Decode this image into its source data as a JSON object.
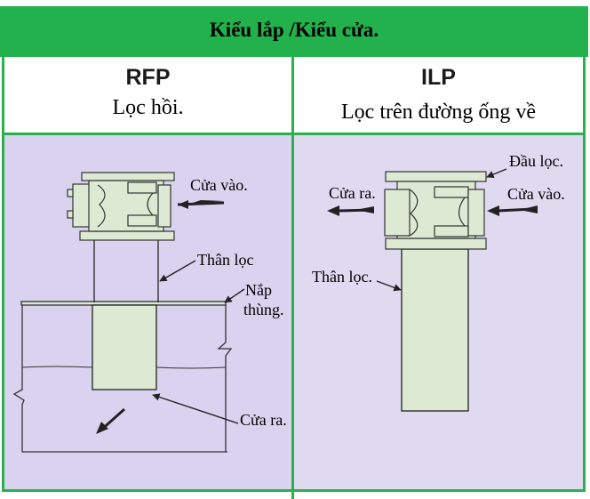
{
  "title": "Kiểu lắp /Kiểu cửa.",
  "columns": [
    {
      "code": "RFP",
      "description": "Lọc hồi.",
      "labels": {
        "inlet": "Cửa vào.",
        "body": "Thân lọc",
        "tank_cover_1": "Nắp",
        "tank_cover_2": "thùng.",
        "outlet": "Cửa ra."
      }
    },
    {
      "code": "ILP",
      "description": "Lọc trên đường ống về",
      "labels": {
        "head": "Đầu lọc.",
        "outlet": "Cửa ra.",
        "inlet": "Cửa vào.",
        "body": "Thân lọc."
      }
    }
  ],
  "colors": {
    "header_green": "#23b14d",
    "border_green": "#2bb04f",
    "cell_purple": "#d9d3ef",
    "filter_fill": "#dde9d3"
  }
}
